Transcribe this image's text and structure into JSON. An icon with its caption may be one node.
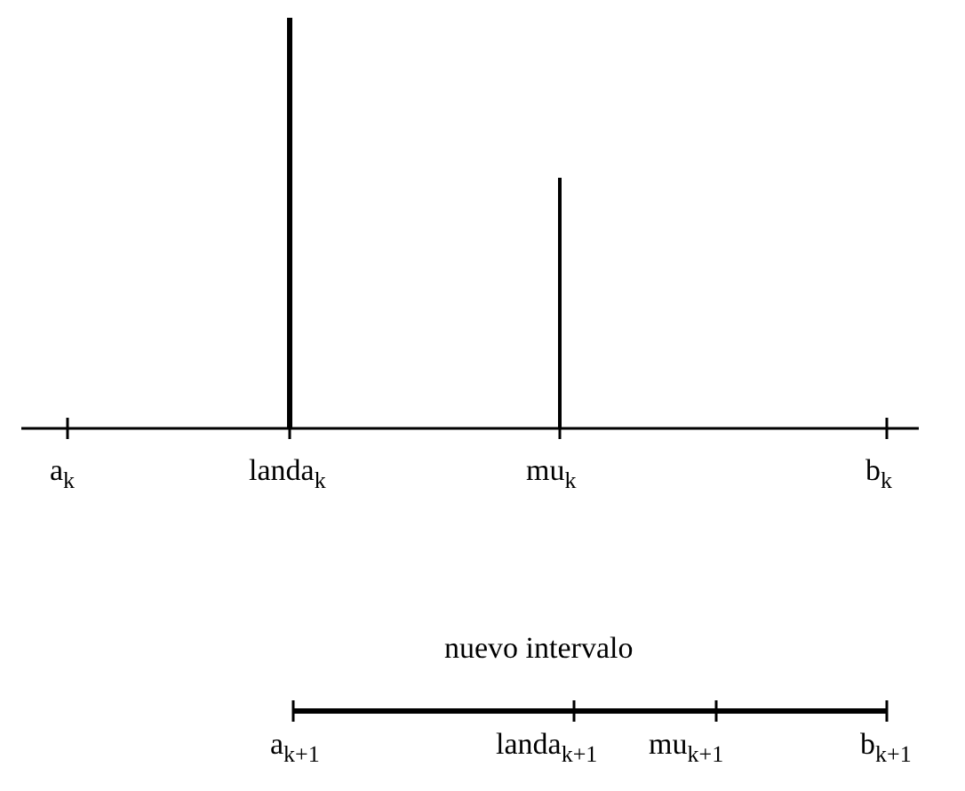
{
  "diagram": {
    "labels": [
      "a$_{k}$",
      "landa$_{k}$",
      "mu$_{k}$",
      "b$_{k}$",
      "nuevo intervalo",
      "a$_{k+1}$",
      "landa$_{k+1}$",
      "mu$_{k+1}$",
      "b$_{k+1}$"
    ]
  }
}
